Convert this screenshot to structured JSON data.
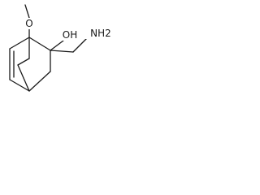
{
  "labels": {
    "hydroxyl": "OH",
    "amine": "NH2",
    "methoxy_oxygen": "O"
  }
}
